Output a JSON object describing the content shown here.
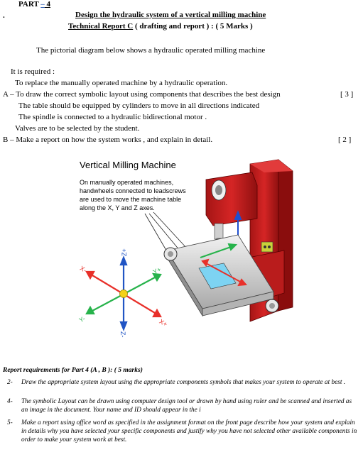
{
  "header": {
    "part_prefix": "PART ",
    "part_dash": "–",
    "part_num": " 4",
    "dot": ".",
    "title_line1": "Design the hydraulic system of a vertical milling machine",
    "title_line2_prefix": "Technical Report C",
    "title_line2_suffix": "   ( drafting  and report ) : ( 5 Marks )"
  },
  "intro": {
    "pictorial": "The pictorial diagram below shows a hydraulic operated  milling machine",
    "required": "It is required :",
    "replace": "To replace the manually operated machine by a hydraulic operation."
  },
  "task_a": {
    "text": "A – To draw the correct symbolic layout using components that describes the best design",
    "marks": "[ 3 ]",
    "table_line": "The table  should be equipped by cylinders to move in all directions indicated",
    "spindle_line": "The spindle is connected to a hydraulic bidirectional  motor .",
    "valves_line": "Valves are to be selected by the student."
  },
  "task_b": {
    "text": "B – Make a report on how the system works , and explain in detail.",
    "marks": "[ 2 ]"
  },
  "figure": {
    "title": "Vertical Milling Machine",
    "caption": [
      "On manually operated machines,",
      "handwheels connected to leadscrews",
      "are used to move the machine table",
      "along the X, Y and Z axes."
    ],
    "axis_labels": {
      "z_plus": "Z+",
      "z_minus": "Z-",
      "x_plus": "X+",
      "x_minus": "X-",
      "y_plus": "Y+",
      "y_minus": "Y-"
    }
  },
  "report": {
    "heading": "Report requirements for Part 4 (A , B ): (   5  marks)",
    "items": [
      {
        "num": "2-",
        "text": "Draw the appropriate system layout using the appropriate components symbols  that makes your system to operate at best ."
      },
      {
        "num": "4-",
        "text": "The symbolic Layout can be drawn using computer design tool or drawn by hand using ruler and be scanned and inserted as an image in the document. Your name and ID should appear in the i"
      },
      {
        "num": "5-",
        "text": "Make a report using office word as specified  in the assignment format on the front page describe how your system and explain in details why you have selected your  specific components and justify why you have  not selected other available components  in order to make your system work at best."
      }
    ]
  },
  "colors": {
    "machine_red": "#cc1f1f",
    "axis_x": "#e8302a",
    "axis_y": "#27b34b",
    "axis_z": "#2155c4",
    "origin": "#f4d217"
  }
}
